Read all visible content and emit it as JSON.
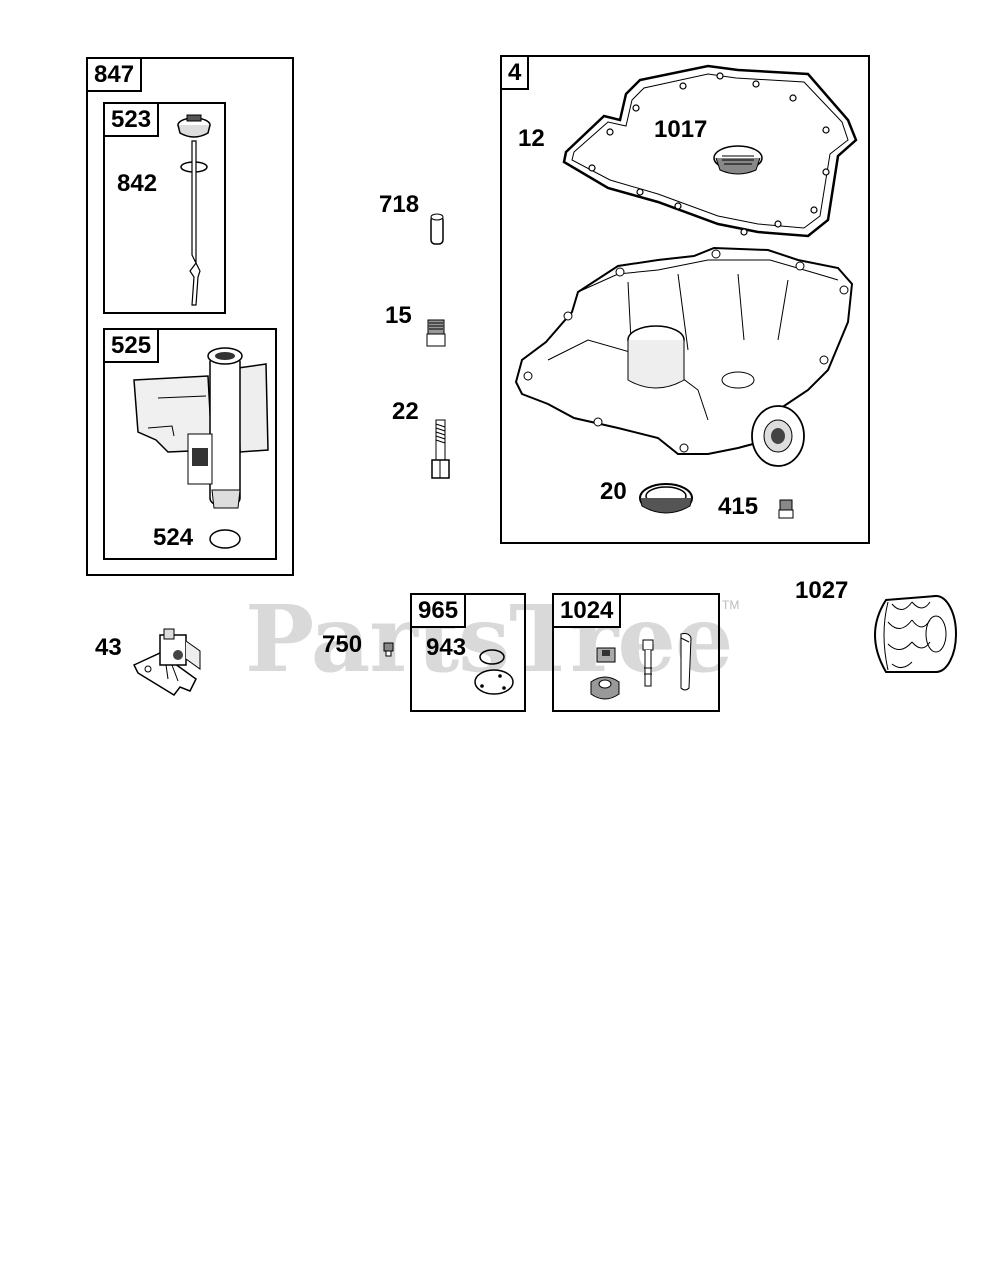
{
  "watermark": {
    "text": "PartsTree",
    "tm": "TM"
  },
  "boxes": {
    "b847": "847",
    "b523": "523",
    "b525": "525",
    "b4": "4",
    "b965": "965",
    "b1024": "1024"
  },
  "labels": {
    "l842": "842",
    "l524": "524",
    "l718": "718",
    "l15": "15",
    "l22": "22",
    "l12": "12",
    "l1017": "1017",
    "l20": "20",
    "l415": "415",
    "l1027": "1027",
    "l43": "43",
    "l750": "750",
    "l943": "943"
  },
  "colors": {
    "line": "#000000",
    "watermark": "#d9d9d9"
  }
}
